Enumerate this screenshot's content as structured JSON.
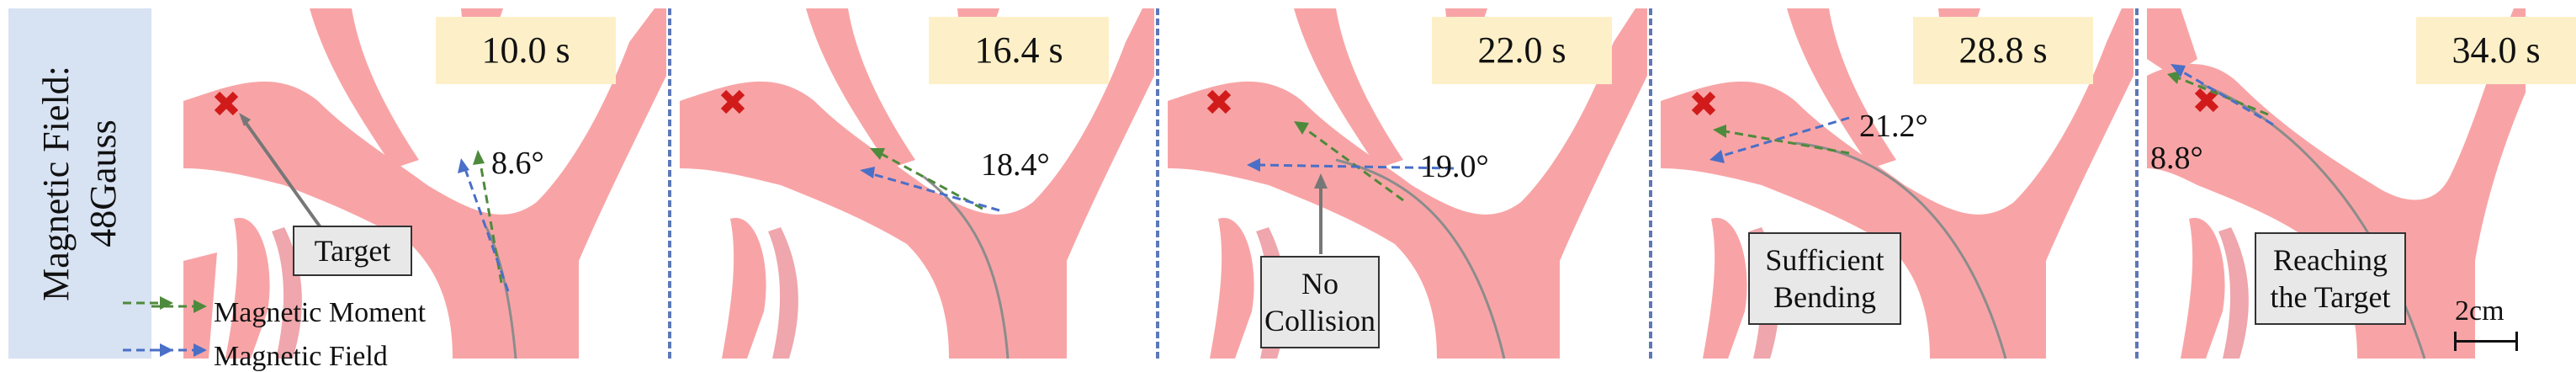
{
  "side_label": {
    "line1": "Magnetic Field:",
    "line2": "48Gauss"
  },
  "frames": [
    {
      "time": "10.0 s",
      "angle": "8.6°"
    },
    {
      "time": "16.4 s",
      "angle": "18.4°"
    },
    {
      "time": "22.0 s",
      "angle": "19.0°"
    },
    {
      "time": "28.8 s",
      "angle": "21.2°"
    },
    {
      "time": "34.0 s",
      "angle": "8.8°"
    }
  ],
  "callouts": {
    "target": "Target",
    "no_collision": [
      "No",
      "Collision"
    ],
    "sufficient_bending": [
      "Sufficient",
      "Bending"
    ],
    "reaching_target": [
      "Reaching",
      "the Target"
    ]
  },
  "legend": {
    "moment": "Magnetic Moment",
    "field": "Magnetic Field"
  },
  "scale": {
    "label": "2cm"
  },
  "colors": {
    "vessel": "#f8a4a6",
    "moment_arrow": "#4e8a3c",
    "field_arrow": "#4a6fc7",
    "target_marker": "#d11b1b",
    "guidewire": "#8c8c8c",
    "time_badge": "#fdf0c8",
    "side_label_bg": "#d7e2f2",
    "divider": "#5d78b8"
  }
}
